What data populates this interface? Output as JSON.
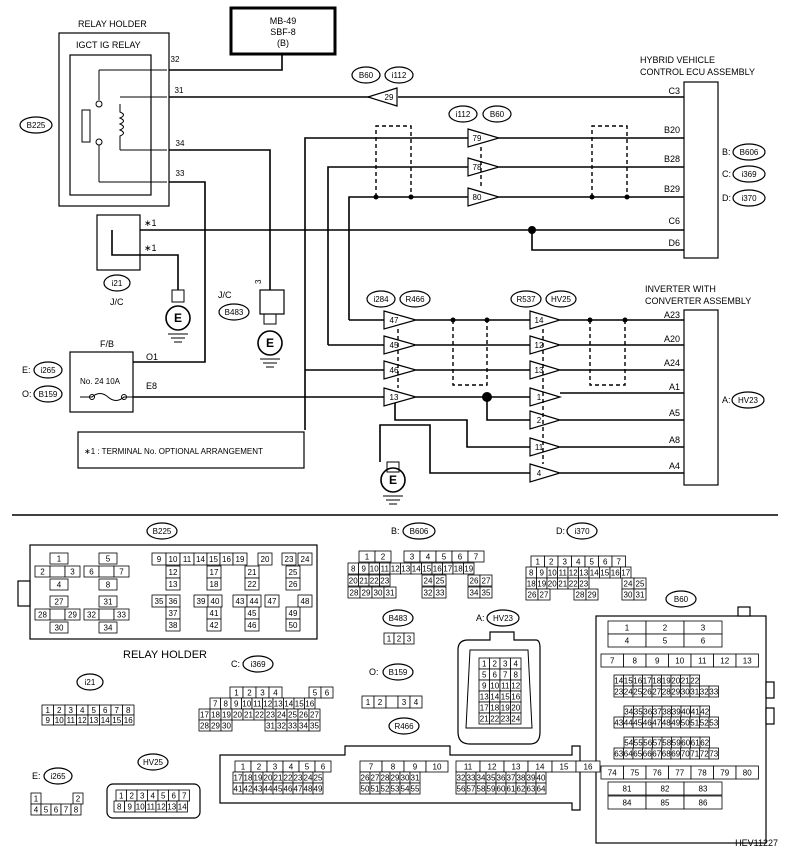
{
  "fuse_box_label": "MB-49\nSBF-8\n(B)",
  "fuse_lines": [
    "MB-49",
    "SBF-8",
    "(B)"
  ],
  "relay_holder": {
    "title": "RELAY HOLDER",
    "relay": "IGCT IG RELAY",
    "pins": [
      "32",
      "31",
      "34",
      "33"
    ],
    "tag": "B225"
  },
  "hv_ecu": {
    "title_lines": [
      "HYBRID VEHICLE",
      "CONTROL ECU ASSEMBLY"
    ],
    "terminals": [
      "C3",
      "B20",
      "B28",
      "B29",
      "C6",
      "D6"
    ],
    "tags": [
      {
        "prefix": "B:",
        "tag": "B606"
      },
      {
        "prefix": "C:",
        "tag": "i369"
      },
      {
        "prefix": "D:",
        "tag": "i370"
      }
    ]
  },
  "inverter": {
    "title_lines": [
      "INVERTER WITH",
      "CONVERTER ASSEMBLY"
    ],
    "terminals": [
      "A23",
      "A20",
      "A24",
      "A1",
      "A5",
      "A8",
      "A4"
    ],
    "tags": [
      {
        "prefix": "A:",
        "tag": "HV23"
      }
    ]
  },
  "connector_tags_top": {
    "b60_1": "B60",
    "i112_1": "i112",
    "i112_2": "i112",
    "b60_2": "B60",
    "i284": "i284",
    "r466": "R466",
    "r537": "R537",
    "hv25": "HV25",
    "i21": "i21",
    "b483": "B483",
    "i265": "i265",
    "b159": "B159"
  },
  "connector_pins_top": {
    "p29": "29",
    "p79": "79",
    "p78": "78",
    "p80": "80",
    "p47": "47",
    "p45": "45",
    "p46": "46",
    "p13": "13",
    "p14": "14",
    "p12": "12",
    "p13b": "13",
    "p1": "1",
    "p2": "2",
    "p11": "11",
    "p4": "4"
  },
  "jc_labels": {
    "jc1": "J/C",
    "jc2": "J/C",
    "jc_pin": "3"
  },
  "fb": {
    "title": "F/B",
    "fuse": "No. 24 10A",
    "o1": "O1",
    "e8": "E8",
    "e_prefix": "E:",
    "o_prefix": "O:"
  },
  "star_labels": [
    "∗1",
    "∗1"
  ],
  "footnote": "∗1  : TERMINAL No. OPTIONAL ARRANGEMENT",
  "bottom": {
    "b225_tag": "B225",
    "relay_holder_caption": "RELAY HOLDER",
    "b606_prefix": "B:",
    "b606_tag": "B606",
    "i370_prefix": "D:",
    "i370_tag": "i370",
    "b483_tag": "B483",
    "hv23_prefix": "A:",
    "hv23_tag": "HV23",
    "b60_tag": "B60",
    "i21_tag": "i21",
    "i369_prefix": "C:",
    "i369_tag": "i369",
    "b159_prefix": "O:",
    "b159_tag": "B159",
    "r466_tag": "R466",
    "i265_prefix": "E:",
    "i265_tag": "i265",
    "hv25_tag": "HV25"
  },
  "diagram_code": "HEV11227"
}
